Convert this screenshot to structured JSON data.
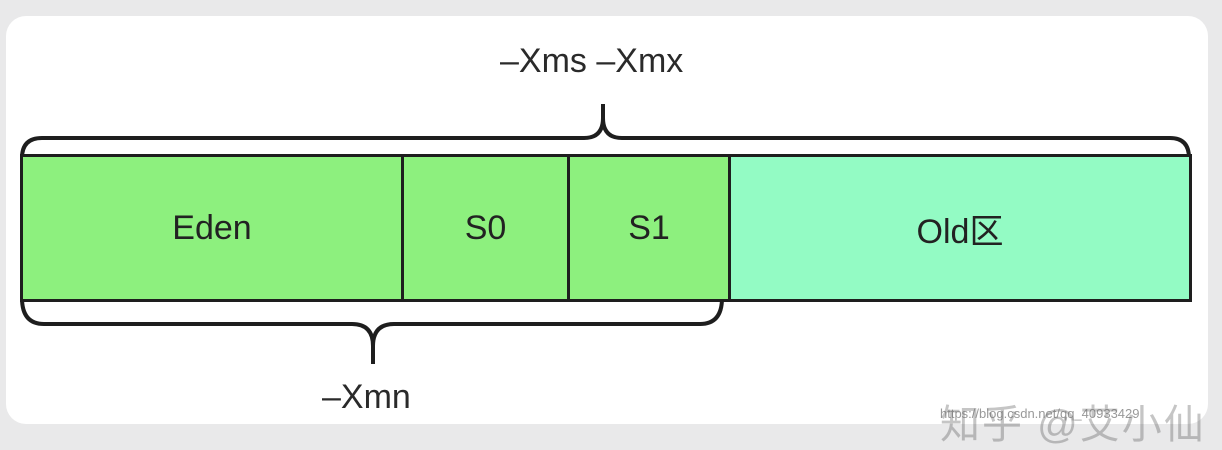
{
  "diagram": {
    "top_label": "–Xms –Xmx",
    "bottom_label": "–Xmn",
    "segments": [
      {
        "key": "eden",
        "label": "Eden",
        "color": "#8df07e"
      },
      {
        "key": "s0",
        "label": "S0",
        "color": "#8df07e"
      },
      {
        "key": "s1",
        "label": "S1",
        "color": "#8df07e"
      },
      {
        "key": "old",
        "label": "Old区",
        "color": "#93fbc4"
      }
    ]
  },
  "watermark": {
    "text": "知乎 @艾小仙",
    "url": "https://blog.csdn.net/qq_40933429"
  },
  "colors": {
    "background": "#e9e9ea",
    "card": "#ffffff",
    "border": "#1e1e1e",
    "young_gen": "#8df07e",
    "old_gen": "#93fbc4"
  }
}
